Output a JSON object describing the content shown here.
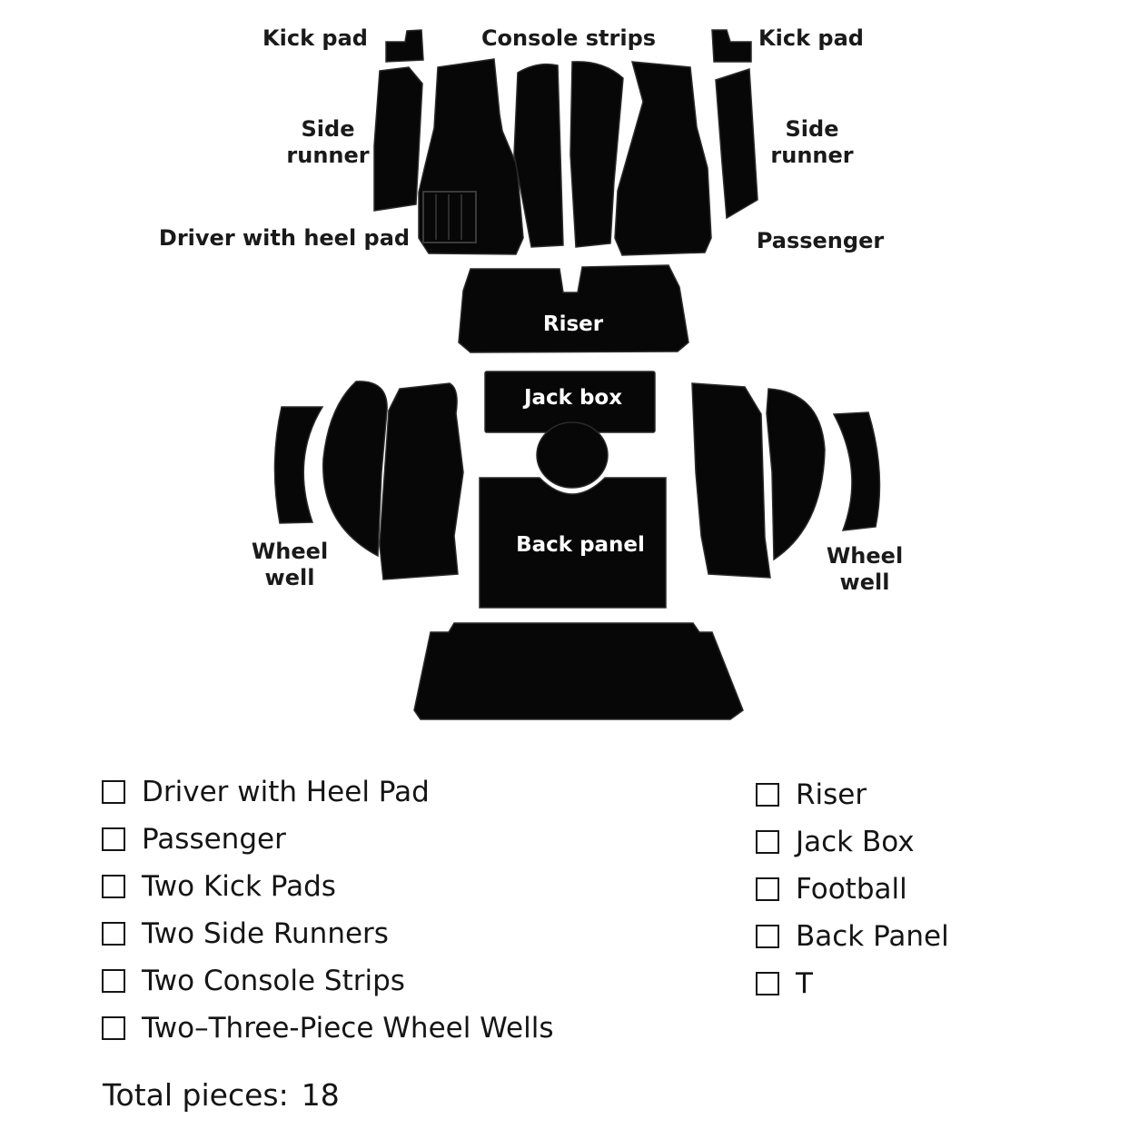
{
  "diagram": {
    "labels": {
      "kick_pad_left": "Kick pad",
      "console_strips": "Console strips",
      "kick_pad_right": "Kick pad",
      "side_runner_left": [
        "Side",
        "runner"
      ],
      "side_runner_right": [
        "Side",
        "runner"
      ],
      "driver": "Driver with heel pad",
      "passenger": "Passenger",
      "riser": "Riser",
      "jack_box": "Jack box",
      "wheel_well_left": [
        "Wheel",
        "well"
      ],
      "wheel_well_right": [
        "Wheel",
        "well"
      ],
      "back_panel": "Back panel"
    }
  },
  "checklist": {
    "left": [
      "Driver with Heel Pad",
      "Passenger",
      "Two Kick Pads",
      "Two Side Runners",
      "Two Console Strips",
      "Two–Three-Piece Wheel Wells"
    ],
    "right": [
      "Riser",
      "Jack Box",
      "Football",
      "Back Panel",
      "T"
    ]
  },
  "total": {
    "label": "Total pieces:",
    "value": "18"
  },
  "colors": {
    "carpet": "#070707",
    "label_on_white": "#1a1a1a",
    "label_on_carpet": "#ffffff"
  }
}
